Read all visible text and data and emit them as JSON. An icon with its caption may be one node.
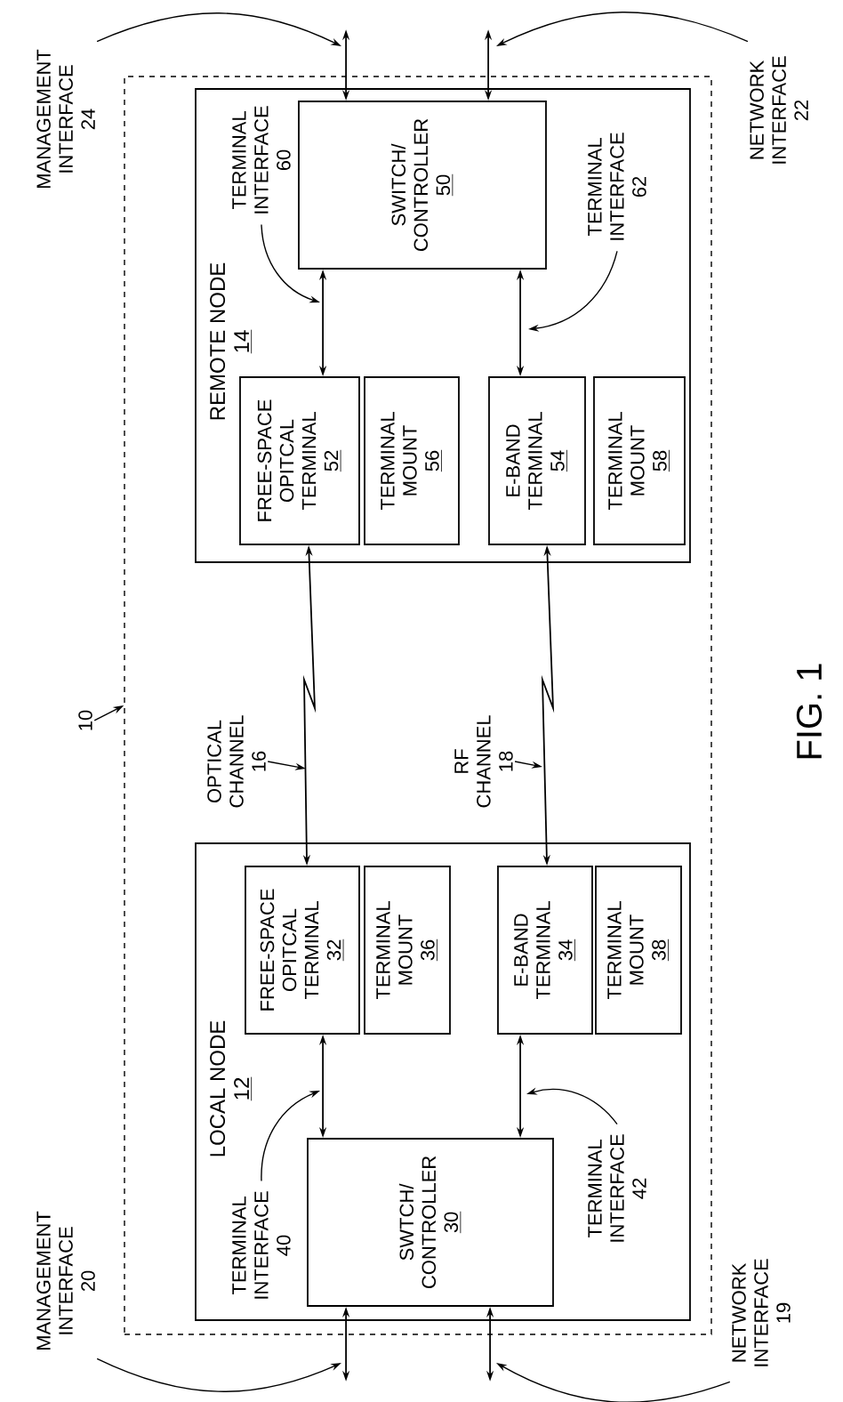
{
  "diagram": {
    "nodes": [
      {
        "text": [],
        "shape": "box"
      },
      {
        "text": [
          "REMOTE NODE",
          "14"
        ],
        "in": 0
      },
      {
        "text": [
          "SWITCH/ CONTROLLER",
          "50"
        ],
        "in": 1
      },
      {
        "text": [
          "FREE-SPACE OPITCAL TERMINAL",
          "52"
        ],
        "in": 1
      },
      {
        "text": [
          "TERMINAL MOUNT",
          "56"
        ],
        "in": 1
      },
      {
        "text": [
          "E-BAND TERMINAL",
          "54"
        ],
        "in": 1
      },
      {
        "text": [
          "TERMINAL MOUNT",
          "58"
        ],
        "in": 1
      },
      {
        "text": [
          "LOCAL NODE",
          "12"
        ],
        "in": 0
      },
      {
        "text": [
          "SWTCH/ CONTROLLER",
          "30"
        ],
        "in": 7
      },
      {
        "text": [
          "FREE-SPACE OPITCAL TERMINAL",
          "32"
        ],
        "in": 7
      },
      {
        "text": [
          "TERMINAL MOUNT",
          "36"
        ],
        "in": 7
      },
      {
        "text": [
          "E-BAND TERMINAL",
          "34"
        ],
        "in": 7
      },
      {
        "text": [
          "TERMINAL MOUNT",
          "38"
        ],
        "in": 7
      },
      {
        "text": [
          "MANAGEMENT INTERFACE",
          "24"
        ]
      },
      {
        "text": [
          "NETWORK INTERFACE",
          "22"
        ]
      },
      {
        "text": [
          "TERMINAL INTERFACE",
          "60"
        ],
        "in": 1
      },
      {
        "text": [
          "TERMINAL INTERFACE",
          "62"
        ],
        "in": 1
      },
      {
        "text": [
          "OPTICAL CHANNEL",
          "16"
        ],
        "in": 0
      },
      {
        "text": [
          "RF CHANNEL",
          "18"
        ],
        "in": 0
      },
      {
        "text": [
          "10"
        ]
      },
      {
        "text": [
          "TERMINAL INTERFACE",
          "40"
        ],
        "in": 7
      },
      {
        "text": [
          "TERMINAL INTERFACE",
          "42"
        ],
        "in": 7
      },
      {
        "text": [
          "MANAGEMENT INTERFACE",
          "20"
        ]
      },
      {
        "text": [
          "NETWORK INTERFACE",
          "19"
        ]
      }
    ],
    "edges": [
      {
        "from": 2,
        "to": null,
        "arrow": "both"
      },
      {
        "from": 2,
        "to": null,
        "arrow": "both"
      },
      {
        "from": 2,
        "to": 3,
        "arrow": "both"
      },
      {
        "from": 2,
        "to": 5,
        "arrow": "both"
      },
      {
        "from": 3,
        "to": 9,
        "arrow": "both"
      },
      {
        "from": 5,
        "to": 11,
        "arrow": "both"
      },
      {
        "from": 9,
        "to": 8,
        "arrow": "both"
      },
      {
        "from": 11,
        "to": 8,
        "arrow": "both"
      },
      {
        "from": 8,
        "to": null,
        "arrow": "both"
      },
      {
        "from": 8,
        "to": null,
        "arrow": "both"
      },
      {
        "from": 13,
        "to": null,
        "arrow": "to"
      },
      {
        "from": 14,
        "to": null,
        "arrow": "to"
      },
      {
        "from": 15,
        "to": null,
        "arrow": "to"
      },
      {
        "from": 16,
        "to": null,
        "arrow": "to"
      },
      {
        "from": 17,
        "to": null,
        "arrow": "to"
      },
      {
        "from": 18,
        "to": null,
        "arrow": "to"
      },
      {
        "from": 19,
        "to": 0,
        "arrow": "to"
      },
      {
        "from": 20,
        "to": null,
        "arrow": "to"
      },
      {
        "from": 21,
        "to": null,
        "arrow": "to"
      },
      {
        "from": 22,
        "to": null,
        "arrow": "to"
      },
      {
        "from": 23,
        "to": null,
        "arrow": "to"
      }
    ],
    "labels": [
      "FIG. 1"
    ]
  }
}
